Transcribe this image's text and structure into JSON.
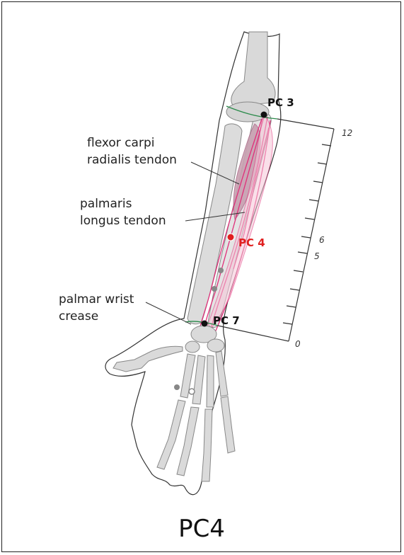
{
  "figure": {
    "title": "PC4",
    "labels": {
      "flexor_line1": "flexor carpi",
      "flexor_line2": "radialis tendon",
      "palmaris_line1": "palmaris",
      "palmaris_line2": "longus tendon",
      "crease_line1": "palmar wrist",
      "crease_line2": "crease"
    },
    "points": {
      "pc3": "PC 3",
      "pc4": "PC 4",
      "pc7": "PC 7"
    },
    "scale": {
      "top": "12",
      "mid6": "6",
      "mid5": "5",
      "bottom": "0"
    }
  },
  "colors": {
    "bone": "#d9d9d9",
    "bone_outline": "#888888",
    "tendon": "#e0307a",
    "highlight_point": "#e02020",
    "crease": "#2a8a4a",
    "muscle": "#c8a0b0"
  }
}
